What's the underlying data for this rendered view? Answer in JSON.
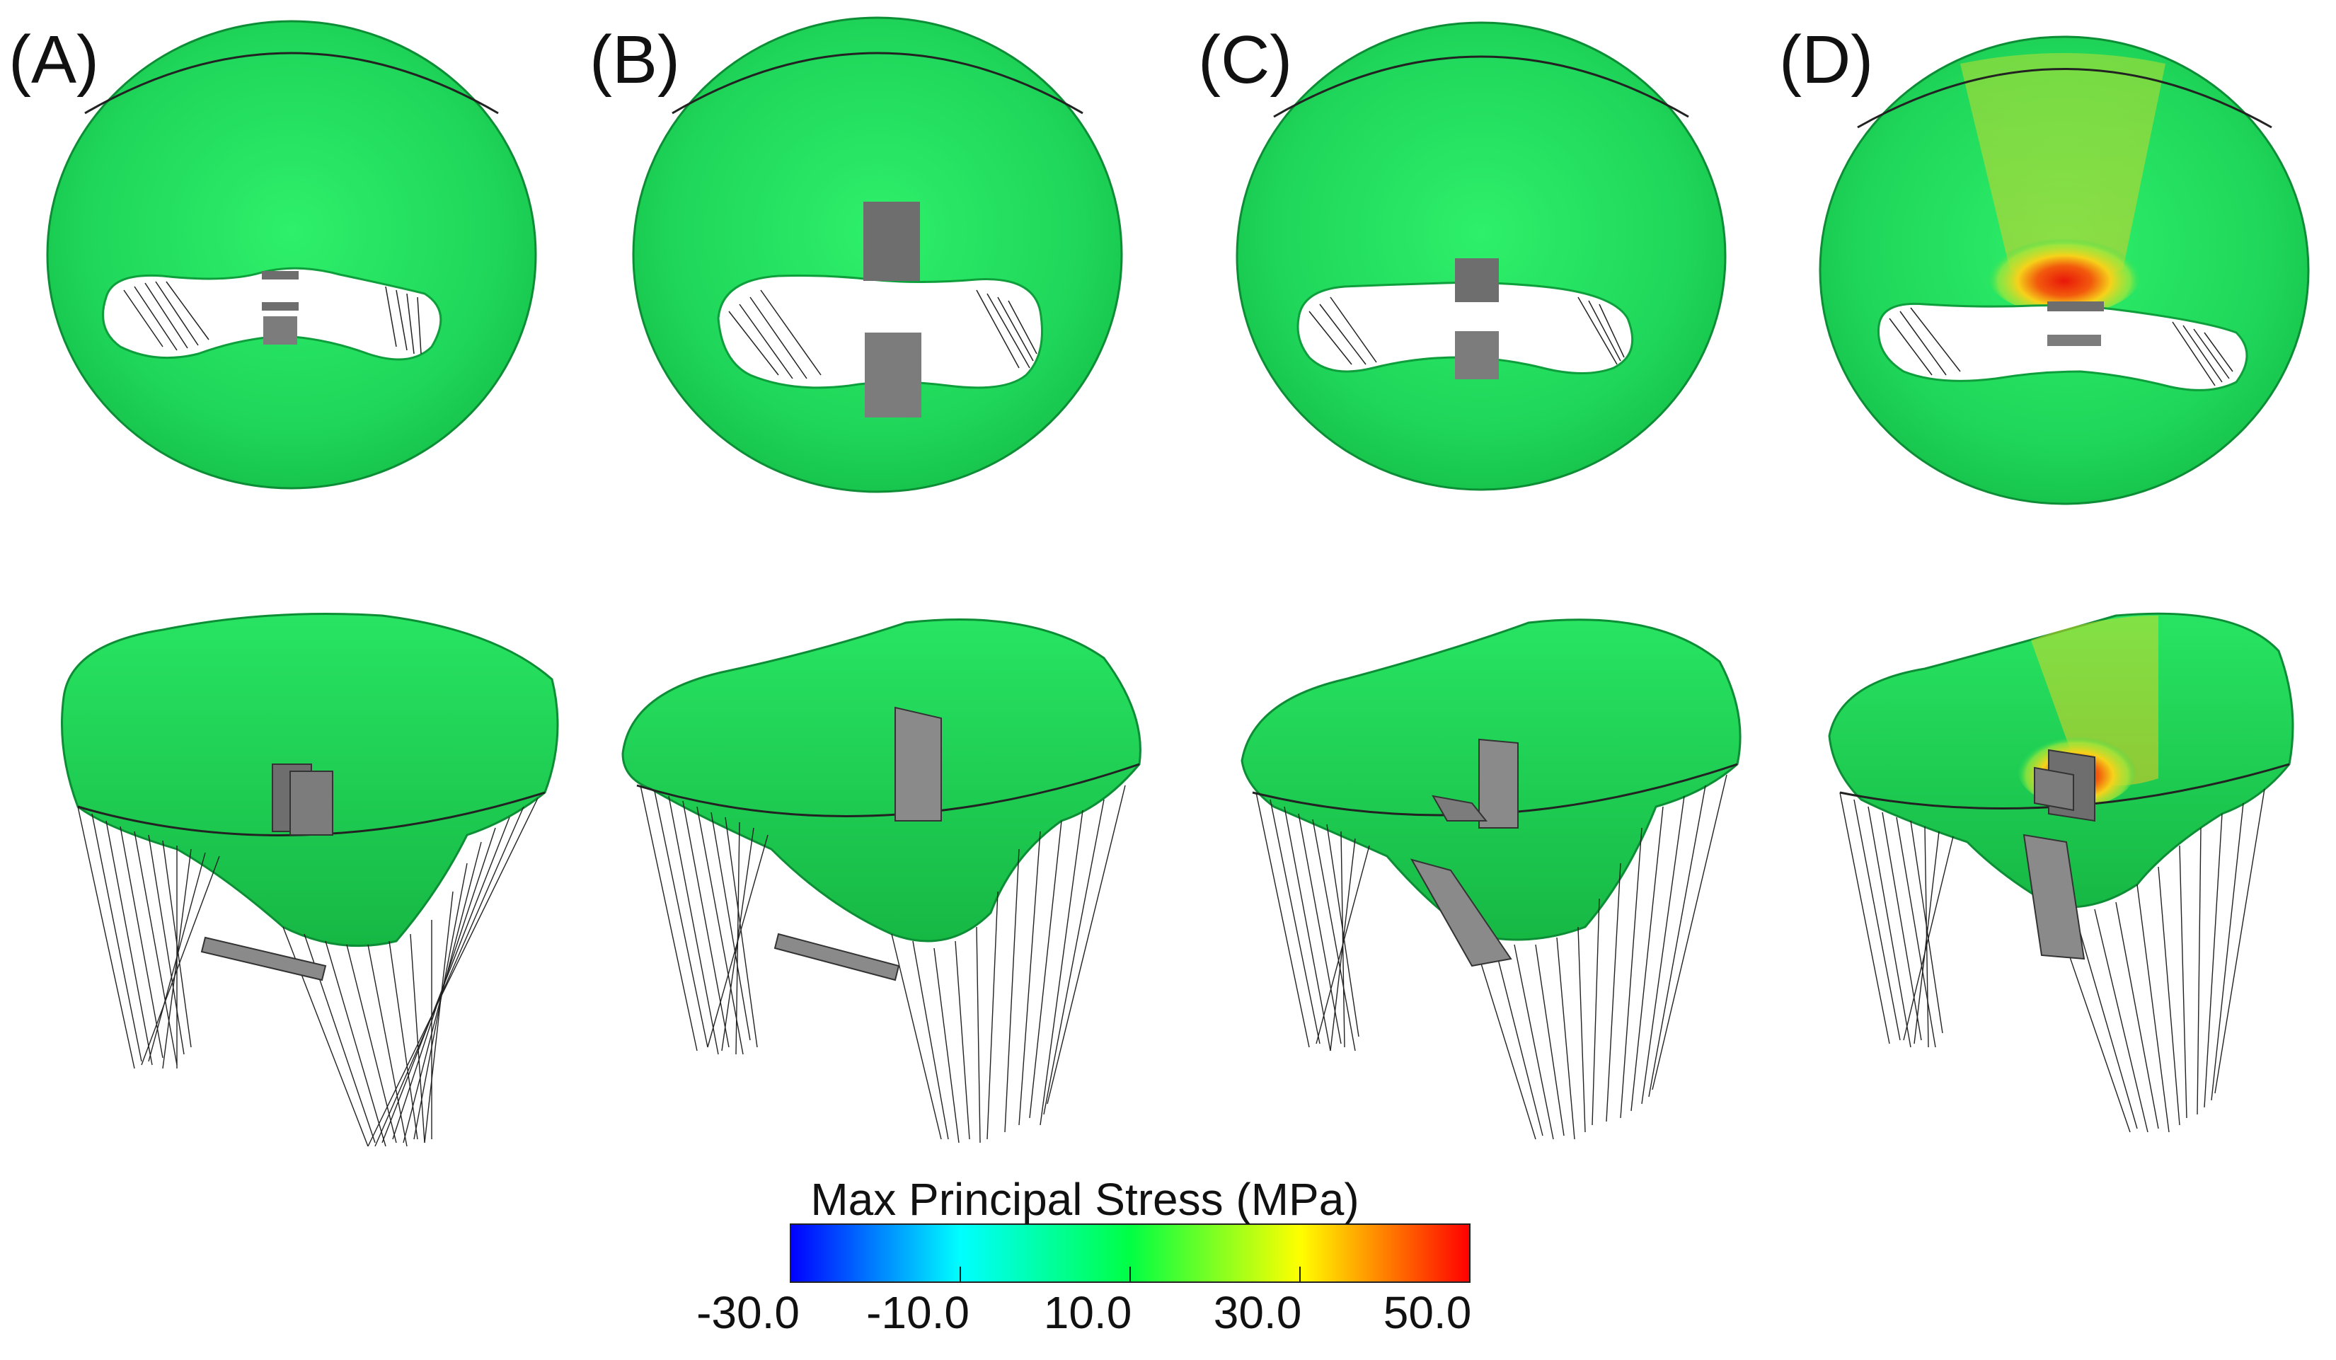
{
  "panels": [
    {
      "label": "(A)"
    },
    {
      "label": "(B)"
    },
    {
      "label": "(C)"
    },
    {
      "label": "(D)"
    }
  ],
  "colorbar": {
    "title": "Max Principal Stress (MPa)",
    "ticks": [
      "-30.0",
      "-10.0",
      "10.0",
      "30.0",
      "50.0"
    ],
    "range": [
      -30.0,
      50.0
    ],
    "gradient_colors": [
      "#0000ff",
      "#00ffff",
      "#00ff44",
      "#ffff00",
      "#ff0000"
    ]
  },
  "colors": {
    "leaflet": "#22e05a",
    "leaflet_dark": "#14c246",
    "high_stress": "#e81a0a",
    "medium_stress": "#f4d21c",
    "device": "#7a7a7a",
    "chord": "#111111"
  }
}
